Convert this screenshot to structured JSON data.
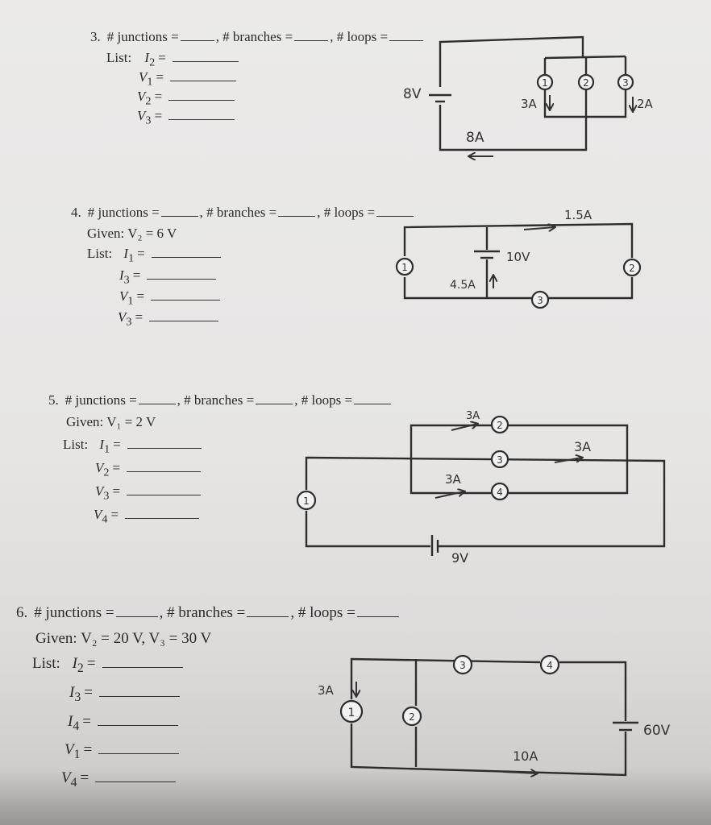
{
  "problems": [
    {
      "number": "3.",
      "header": {
        "junctions": "# junctions =",
        "branches": "# branches =",
        "loops": "# loops ="
      },
      "list_label": "List:",
      "given": "",
      "list": [
        {
          "var": "I",
          "sub": "2"
        },
        {
          "var": "V",
          "sub": "1"
        },
        {
          "var": "V",
          "sub": "2"
        },
        {
          "var": "V",
          "sub": "3"
        }
      ],
      "circuit_labels": {
        "battery": "8V",
        "main_current": "8A",
        "branch1_current": "3A",
        "branch3_current": "2A",
        "nodes": [
          "1",
          "2",
          "3"
        ]
      }
    },
    {
      "number": "4.",
      "header": {
        "junctions": "# junctions =",
        "branches": "# branches =",
        "loops": "# loops ="
      },
      "given_label": "Given:",
      "given": "V₂ = 6 V",
      "list_label": "List:",
      "list": [
        {
          "var": "I",
          "sub": "1"
        },
        {
          "var": "I",
          "sub": "3"
        },
        {
          "var": "V",
          "sub": "1"
        },
        {
          "var": "V",
          "sub": "3"
        }
      ],
      "circuit_labels": {
        "top_current": "1.5A",
        "battery": "10V",
        "battery_current": "4.5A",
        "nodes": [
          "1",
          "2",
          "3"
        ]
      }
    },
    {
      "number": "5.",
      "header": {
        "junctions": "# junctions =",
        "branches": "# branches =",
        "loops": "# loops ="
      },
      "given_label": "Given:",
      "given": "V₁ = 2 V",
      "list_label": "List:",
      "list": [
        {
          "var": "I",
          "sub": "1"
        },
        {
          "var": "V",
          "sub": "2"
        },
        {
          "var": "V",
          "sub": "3"
        },
        {
          "var": "V",
          "sub": "4"
        }
      ],
      "circuit_labels": {
        "top_current": "3A",
        "right_current": "3A",
        "lower_current": "3A",
        "battery": "9V",
        "nodes": [
          "1",
          "2",
          "3",
          "4"
        ]
      }
    },
    {
      "number": "6.",
      "header": {
        "junctions": "# junctions =",
        "branches": "# branches =",
        "loops": "# loops ="
      },
      "given_label": "Given:",
      "given": "V₂ = 20 V, V₃ = 30 V",
      "list_label": "List:",
      "list": [
        {
          "var": "I",
          "sub": "2"
        },
        {
          "var": "I",
          "sub": "3"
        },
        {
          "var": "I",
          "sub": "4"
        },
        {
          "var": "V",
          "sub": "1"
        },
        {
          "var": "V",
          "sub": "4"
        }
      ],
      "circuit_labels": {
        "left_current": "3A",
        "bottom_current": "10A",
        "battery": "60V",
        "nodes": [
          "1",
          "2",
          "3",
          "4"
        ]
      }
    }
  ]
}
